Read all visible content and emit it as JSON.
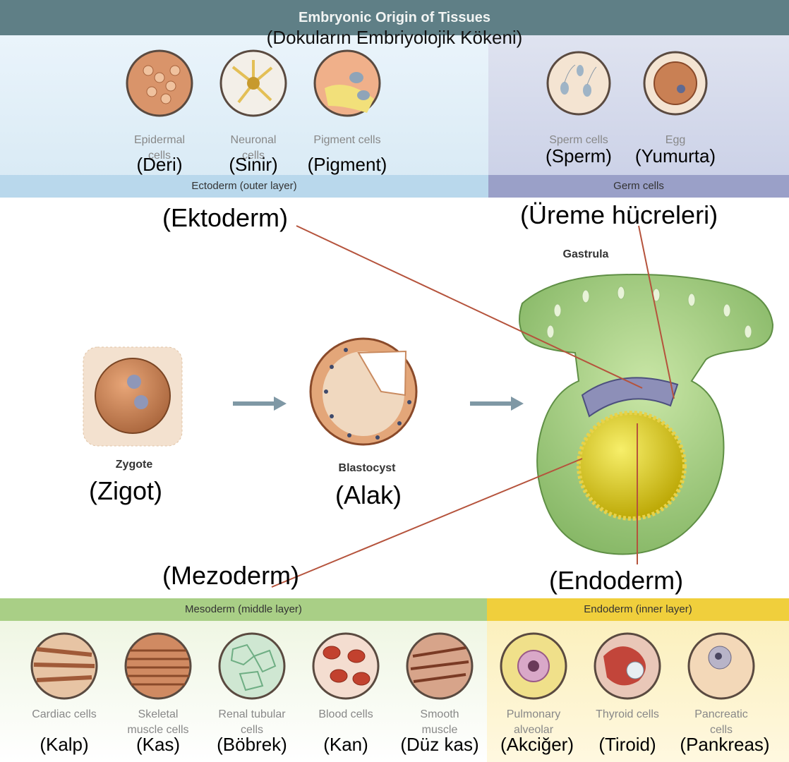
{
  "title": {
    "en": "Embryonic Origin of Tissues",
    "tr": "(Dokuların Embriyolojik Kökeni)"
  },
  "ectoderm": {
    "band_label": "Ectoderm (outer layer)",
    "tr_label": "(Ektoderm)",
    "cells": [
      {
        "en": "Epidermal cells",
        "tr": "(Deri)",
        "icon": "epidermal-cell-icon"
      },
      {
        "en": "Neuronal cells",
        "tr": "(Sinir)",
        "icon": "neuron-cell-icon"
      },
      {
        "en": "Pigment cells",
        "tr": "(Pigment)",
        "icon": "pigment-cell-icon"
      }
    ]
  },
  "germ": {
    "band_label": "Germ cells",
    "tr_label": "(Üreme hücreleri)",
    "cells": [
      {
        "en": "Sperm cells",
        "tr": "(Sperm)",
        "icon": "sperm-cell-icon"
      },
      {
        "en": "Egg",
        "tr": "(Yumurta)",
        "icon": "egg-cell-icon"
      }
    ]
  },
  "stages": {
    "zygote": {
      "en": "Zygote",
      "tr": "(Zigot)"
    },
    "blastocyst": {
      "en": "Blastocyst",
      "tr": "(Alak)"
    },
    "gastrula": {
      "en": "Gastrula"
    }
  },
  "mesoderm": {
    "band_label": "Mesoderm (middle layer)",
    "tr_label": "(Mezoderm)",
    "cells": [
      {
        "en": "Cardiac cells",
        "tr": "(Kalp)",
        "icon": "cardiac-cell-icon"
      },
      {
        "en": "Skeletal muscle cells",
        "tr": "(Kas)",
        "icon": "skeletal-muscle-icon"
      },
      {
        "en": "Renal tubular cells",
        "tr": "(Böbrek)",
        "icon": "renal-cell-icon"
      },
      {
        "en": "Blood cells",
        "tr": "(Kan)",
        "icon": "blood-cell-icon"
      },
      {
        "en": "Smooth muscle",
        "tr": "(Düz kas)",
        "icon": "smooth-muscle-icon"
      }
    ]
  },
  "endoderm": {
    "band_label": "Endoderm (inner layer)",
    "tr_label": "(Endoderm)",
    "cells": [
      {
        "en": "Pulmonary alveolar",
        "tr": "(Akciğer)",
        "icon": "alveolar-cell-icon"
      },
      {
        "en": "Thyroid cells",
        "tr": "(Tiroid)",
        "icon": "thyroid-cell-icon"
      },
      {
        "en": "Pancreatic cells",
        "tr": "(Pankreas)",
        "icon": "pancreatic-cell-icon"
      }
    ]
  },
  "colors": {
    "title_bar": "#5f7f86",
    "ectoderm": "#b9d8ec",
    "germ": "#9aa0c8",
    "mesoderm": "#a9cf86",
    "endoderm": "#f0cf3c",
    "connector": "#b5533c"
  }
}
